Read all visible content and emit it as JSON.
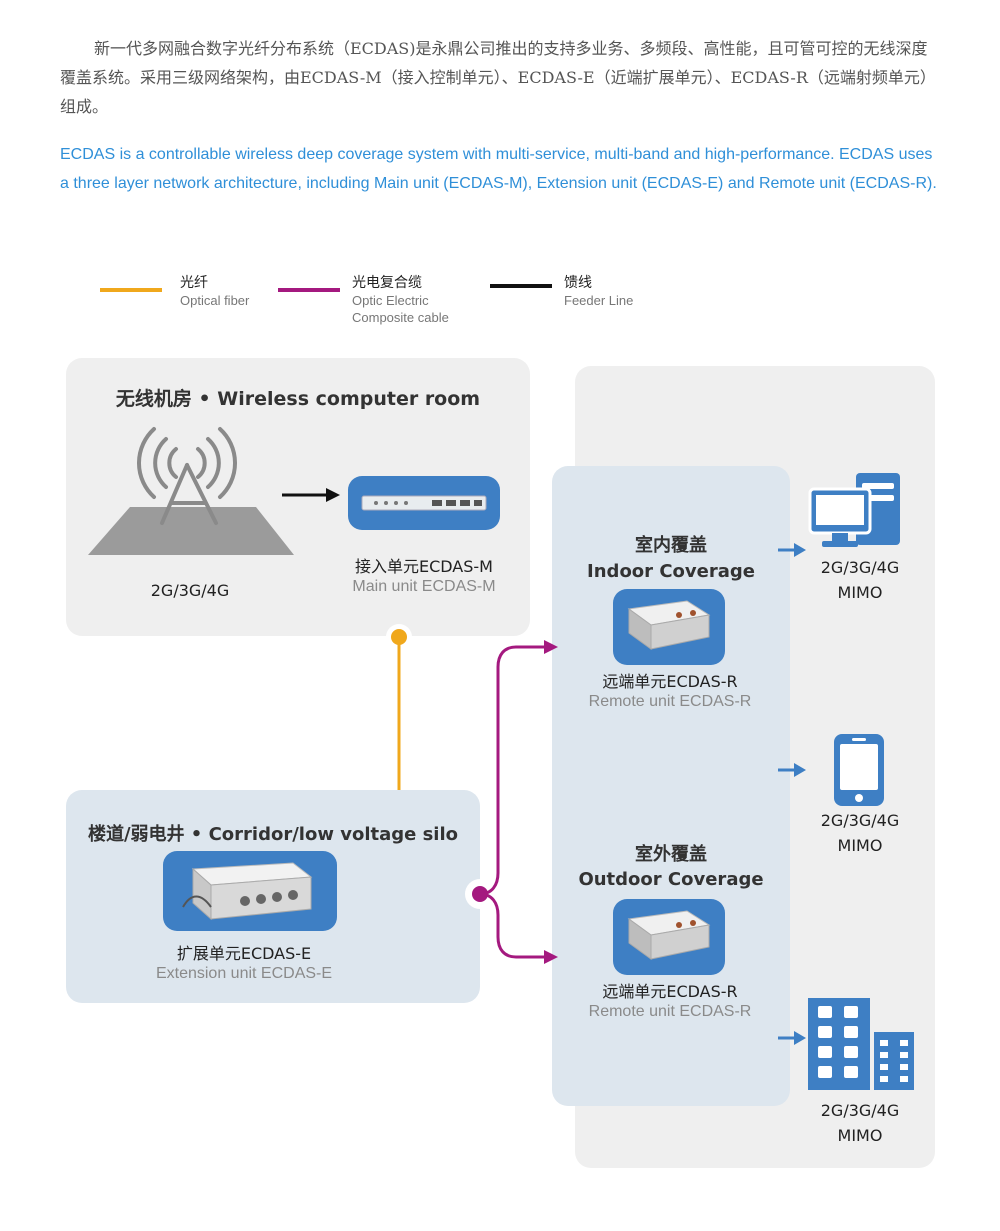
{
  "intro": {
    "chinese": "新一代多网融合数字光纤分布系统（ECDAS)是永鼎公司推出的支持多业务、多频段、高性能，且可管可控的无线深度覆盖系统。采用三级网络架构，由ECDAS-M（接入控制单元）、ECDAS-E（近端扩展单元）、ECDAS-R（远端射频单元）组成。",
    "english": "ECDAS  is a controllable wireless deep coverage system with multi-service, multi-band and high-performance. ECDAS uses a three layer network architecture, including Main unit (ECDAS-M), Extension unit (ECDAS-E) and Remote unit (ECDAS-R)."
  },
  "legend": [
    {
      "cn": "光纤",
      "en": "Optical fiber",
      "color": "#f0a81c"
    },
    {
      "cn": "光电复合缆",
      "en": "Optic Electric\nComposite cable",
      "color": "#a4197f"
    },
    {
      "cn": "馈线",
      "en": "Feeder Line",
      "color": "#111111"
    }
  ],
  "computer_room": {
    "title": "无线机房 • Wireless computer room",
    "band_label": "2G/3G/4G",
    "unit_cn": "接入单元ECDAS-M",
    "unit_en": "Main unit ECDAS-M"
  },
  "corridor": {
    "title": "楼道/弱电井 • Corridor/low voltage silo",
    "unit_cn": "扩展单元ECDAS-E",
    "unit_en": "Extension unit ECDAS-E"
  },
  "indoor": {
    "title_cn": "室内覆盖",
    "title_en": "Indoor Coverage",
    "unit_cn": "远端单元ECDAS-R",
    "unit_en": "Remote unit ECDAS-R"
  },
  "outdoor": {
    "title_cn": "室外覆盖",
    "title_en": "Outdoor Coverage",
    "unit_cn": "远端单元ECDAS-R",
    "unit_en": "Remote unit ECDAS-R"
  },
  "terminals": [
    {
      "icon": "desktop-computer-icon",
      "band": "2G/3G/4G",
      "mode": "MIMO"
    },
    {
      "icon": "mobile-phone-icon",
      "band": "2G/3G/4G",
      "mode": "MIMO"
    },
    {
      "icon": "building-icon",
      "band": "2G/3G/4G",
      "mode": "MIMO"
    }
  ],
  "colors": {
    "fiber": "#f0a81c",
    "composite_cable": "#a4197f",
    "feeder": "#111111",
    "accent_blue": "#3e7fc4",
    "text_blue": "#2f8fd8"
  }
}
